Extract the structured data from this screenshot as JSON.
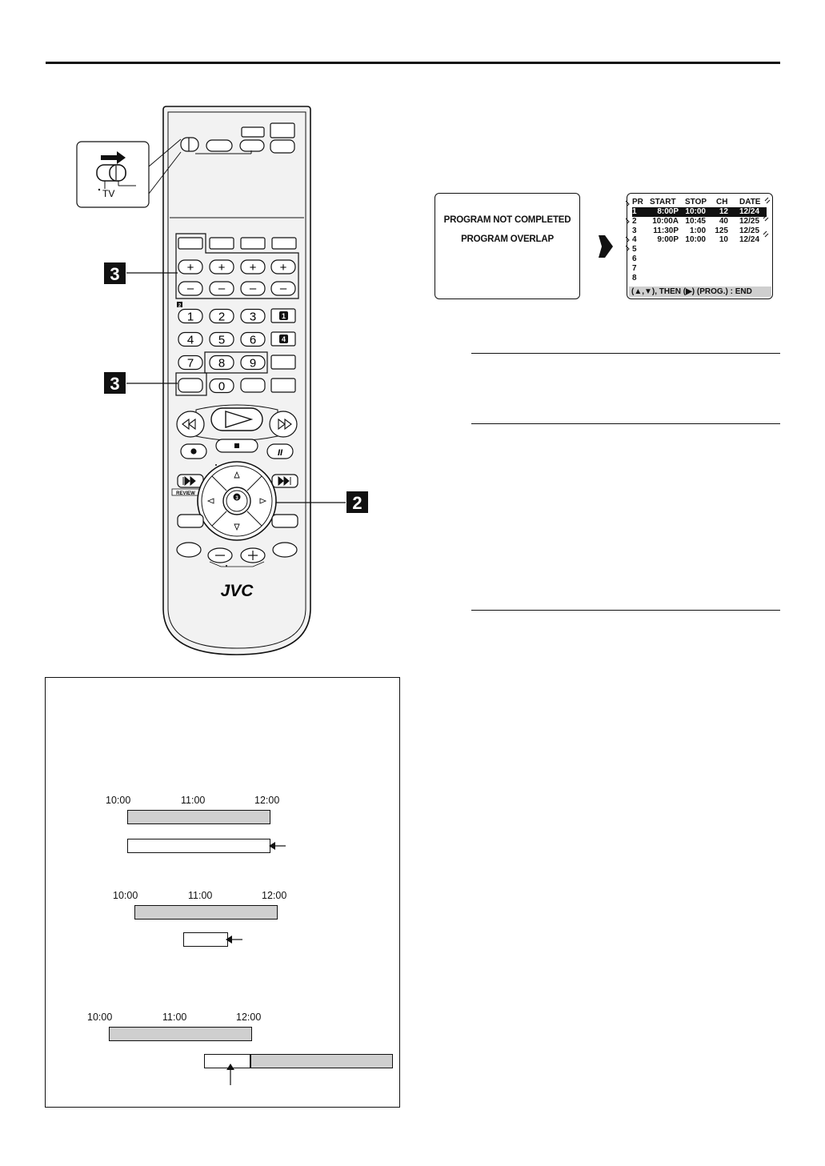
{
  "remote": {
    "tv_switch_label": "TV",
    "step_labels": [
      "3",
      "3",
      "2"
    ],
    "numpad": [
      "1",
      "2",
      "3",
      "4",
      "5",
      "6",
      "7",
      "8",
      "9",
      "0"
    ],
    "side_badges": [
      "1",
      "4"
    ],
    "numpad_marker": "2",
    "review_label": "REVIEW",
    "ok_label": "3",
    "plus_symbol": "+",
    "minus_symbol": "–",
    "brand": "JVC"
  },
  "osd_message": {
    "line1": "PROGRAM NOT COMPLETED",
    "line2": "PROGRAM OVERLAP"
  },
  "osd_program_list": {
    "headers": [
      "PR",
      "START",
      "STOP",
      "CH",
      "DATE"
    ],
    "rows": [
      {
        "pr": "1",
        "start": "8:00P",
        "stop": "10:00",
        "ch": "12",
        "date": "12/24",
        "highlighted": true
      },
      {
        "pr": "2",
        "start": "10:00A",
        "stop": "10:45",
        "ch": "40",
        "date": "12/25",
        "highlighted": false
      },
      {
        "pr": "3",
        "start": "11:30P",
        "stop": "1:00",
        "ch": "125",
        "date": "12/25",
        "highlighted": false
      },
      {
        "pr": "4",
        "start": "9:00P",
        "stop": "10:00",
        "ch": "10",
        "date": "12/24",
        "highlighted": false
      },
      {
        "pr": "5",
        "start": "",
        "stop": "",
        "ch": "",
        "date": "",
        "highlighted": false
      },
      {
        "pr": "6",
        "start": "",
        "stop": "",
        "ch": "",
        "date": "",
        "highlighted": false
      },
      {
        "pr": "7",
        "start": "",
        "stop": "",
        "ch": "",
        "date": "",
        "highlighted": false
      },
      {
        "pr": "8",
        "start": "",
        "stop": "",
        "ch": "",
        "date": "",
        "highlighted": false
      }
    ],
    "footer": "(▲,▼), THEN (▶)  (PROG.) : END"
  },
  "overlap_examples": [
    {
      "ticks": [
        "10:00",
        "11:00",
        "12:00"
      ]
    },
    {
      "ticks": [
        "10:00",
        "11:00",
        "12:00"
      ]
    },
    {
      "ticks": [
        "10:00",
        "11:00",
        "12:00"
      ]
    }
  ],
  "colors": {
    "ink": "#111111",
    "bar_grey": "#cfcfcf",
    "highlight": "#111111"
  }
}
